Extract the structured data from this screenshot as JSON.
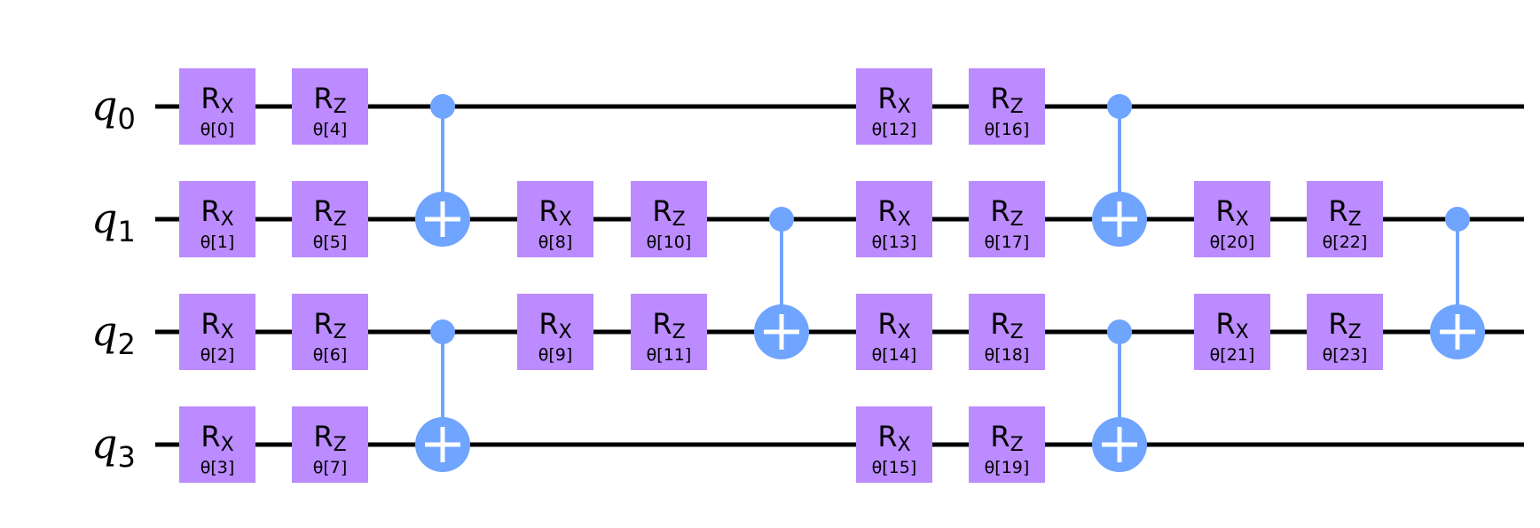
{
  "qubits": [
    {
      "name": "q",
      "index": "0"
    },
    {
      "name": "q",
      "index": "1"
    },
    {
      "name": "q",
      "index": "2"
    },
    {
      "name": "q",
      "index": "3"
    }
  ],
  "colors": {
    "wire": "#000000",
    "gate": "#bb8bff",
    "cnot": "#6fa4ff",
    "plus": "#ffffff"
  },
  "gates": [
    {
      "qubit": 0,
      "column": 0,
      "name": "R",
      "sub": "X",
      "param": "θ[0]"
    },
    {
      "qubit": 1,
      "column": 0,
      "name": "R",
      "sub": "X",
      "param": "θ[1]"
    },
    {
      "qubit": 2,
      "column": 0,
      "name": "R",
      "sub": "X",
      "param": "θ[2]"
    },
    {
      "qubit": 3,
      "column": 0,
      "name": "R",
      "sub": "X",
      "param": "θ[3]"
    },
    {
      "qubit": 0,
      "column": 1,
      "name": "R",
      "sub": "Z",
      "param": "θ[4]"
    },
    {
      "qubit": 1,
      "column": 1,
      "name": "R",
      "sub": "Z",
      "param": "θ[5]"
    },
    {
      "qubit": 2,
      "column": 1,
      "name": "R",
      "sub": "Z",
      "param": "θ[6]"
    },
    {
      "qubit": 3,
      "column": 1,
      "name": "R",
      "sub": "Z",
      "param": "θ[7]"
    },
    {
      "qubit": 1,
      "column": 3,
      "name": "R",
      "sub": "X",
      "param": "θ[8]"
    },
    {
      "qubit": 2,
      "column": 3,
      "name": "R",
      "sub": "X",
      "param": "θ[9]"
    },
    {
      "qubit": 1,
      "column": 4,
      "name": "R",
      "sub": "Z",
      "param": "θ[10]"
    },
    {
      "qubit": 2,
      "column": 4,
      "name": "R",
      "sub": "Z",
      "param": "θ[11]"
    },
    {
      "qubit": 0,
      "column": 6,
      "name": "R",
      "sub": "X",
      "param": "θ[12]"
    },
    {
      "qubit": 1,
      "column": 6,
      "name": "R",
      "sub": "X",
      "param": "θ[13]"
    },
    {
      "qubit": 2,
      "column": 6,
      "name": "R",
      "sub": "X",
      "param": "θ[14]"
    },
    {
      "qubit": 3,
      "column": 6,
      "name": "R",
      "sub": "X",
      "param": "θ[15]"
    },
    {
      "qubit": 0,
      "column": 7,
      "name": "R",
      "sub": "Z",
      "param": "θ[16]"
    },
    {
      "qubit": 1,
      "column": 7,
      "name": "R",
      "sub": "Z",
      "param": "θ[17]"
    },
    {
      "qubit": 2,
      "column": 7,
      "name": "R",
      "sub": "Z",
      "param": "θ[18]"
    },
    {
      "qubit": 3,
      "column": 7,
      "name": "R",
      "sub": "Z",
      "param": "θ[19]"
    },
    {
      "qubit": 1,
      "column": 9,
      "name": "R",
      "sub": "X",
      "param": "θ[20]"
    },
    {
      "qubit": 2,
      "column": 9,
      "name": "R",
      "sub": "X",
      "param": "θ[21]"
    },
    {
      "qubit": 1,
      "column": 10,
      "name": "R",
      "sub": "Z",
      "param": "θ[22]"
    },
    {
      "qubit": 2,
      "column": 10,
      "name": "R",
      "sub": "Z",
      "param": "θ[23]"
    }
  ],
  "cnots": [
    {
      "column": 2,
      "control": 0,
      "target": 1
    },
    {
      "column": 2,
      "control": 2,
      "target": 3
    },
    {
      "column": 5,
      "control": 1,
      "target": 2
    },
    {
      "column": 8,
      "control": 0,
      "target": 1
    },
    {
      "column": 8,
      "control": 2,
      "target": 3
    },
    {
      "column": 11,
      "control": 1,
      "target": 2
    }
  ]
}
